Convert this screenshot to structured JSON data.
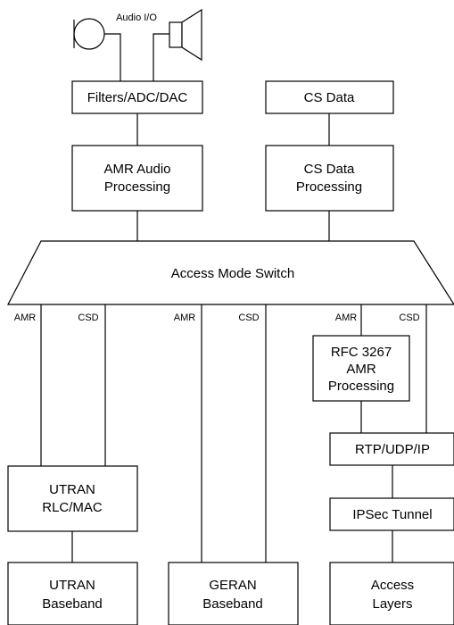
{
  "audio_io_label": "Audio I/O",
  "boxes": {
    "filters": [
      "Filters/ADC/DAC"
    ],
    "cs_data": [
      "CS Data"
    ],
    "amr_audio": [
      "AMR Audio",
      "Processing"
    ],
    "cs_data_processing": [
      "CS Data",
      "Processing"
    ],
    "access_mode_switch": [
      "Access Mode Switch"
    ],
    "rfc3267": [
      "RFC 3267",
      "AMR",
      "Processing"
    ],
    "rtp": [
      "RTP/UDP/IP"
    ],
    "ipsec": [
      "IPSec Tunnel"
    ],
    "utran_rlc": [
      "UTRAN",
      "RLC/MAC"
    ],
    "utran_baseband": [
      "UTRAN",
      "Baseband"
    ],
    "geran_baseband": [
      "GERAN",
      "Baseband"
    ],
    "access_layers": [
      "Access",
      "Layers"
    ]
  },
  "branch_labels": {
    "utran_amr": "AMR",
    "utran_csd": "CSD",
    "geran_amr": "AMR",
    "geran_csd": "CSD",
    "ip_amr": "AMR",
    "ip_csd": "CSD"
  }
}
